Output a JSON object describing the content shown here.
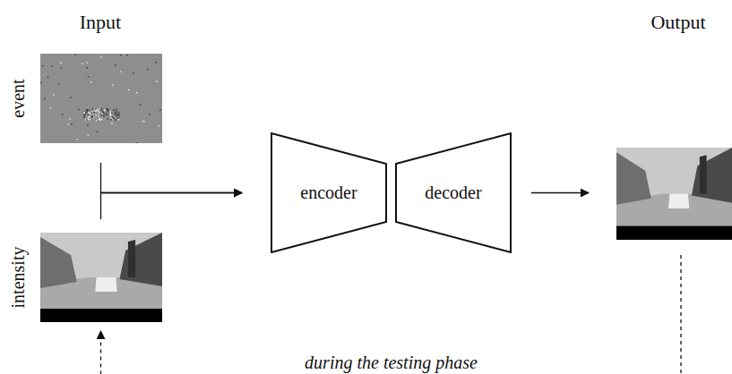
{
  "diagram": {
    "nodes": [
      {
        "text": [
          "event"
        ]
      },
      {
        "text": [
          "intensity"
        ]
      },
      {
        "text": [
          "encoder"
        ]
      },
      {
        "text": [
          "decoder"
        ]
      },
      {
        "text": []
      }
    ],
    "edges": [
      {
        "from": 0,
        "to": 2,
        "arrow": "to"
      },
      {
        "from": 1,
        "to": 2,
        "arrow": "to"
      },
      {
        "from": 3,
        "to": 4,
        "arrow": "to"
      },
      {
        "from": 4,
        "to": 1,
        "arrow": "to",
        "label": "during the testing phase"
      }
    ],
    "labels": [
      "Input",
      "Output"
    ]
  }
}
